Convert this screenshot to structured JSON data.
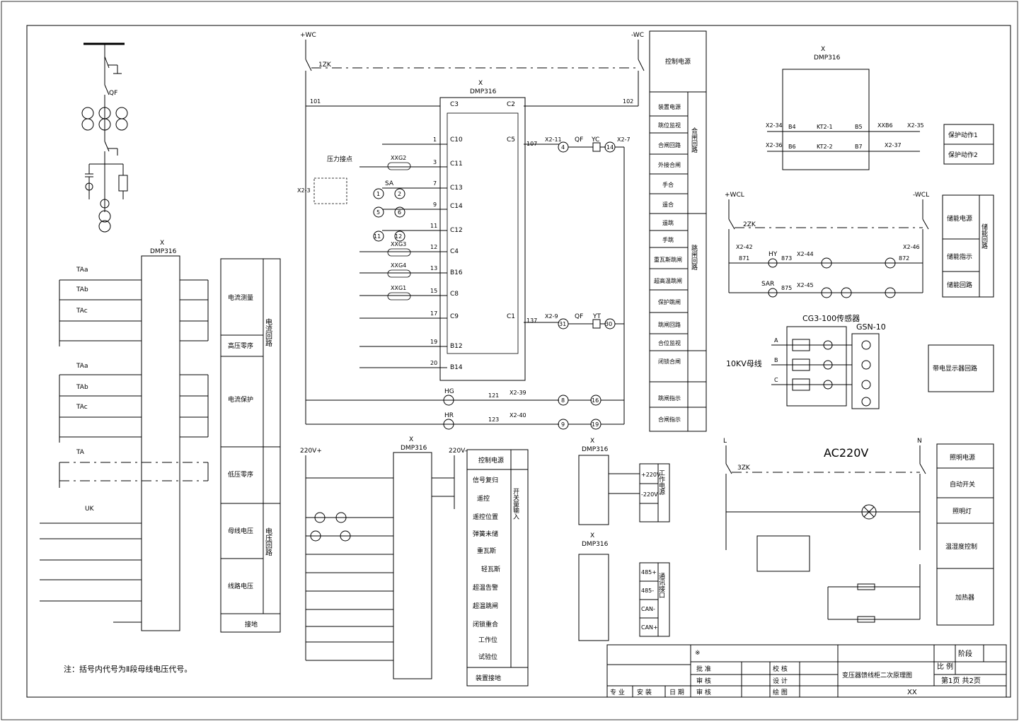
{
  "frame_labels": {
    "control_power_top": "控制电源",
    "storage_power": "储能电源",
    "storage_indicate": "储能指示",
    "storage_loop": "储能回路",
    "storage_group": "储能回路",
    "switch_group": "开关量输入",
    "comm_group": "通讯接口",
    "work_group": "工作电源",
    "current_group": "电流回路",
    "voltage_group": "电压回路",
    "close_group": "合闸回路",
    "trip_group": "跳闸回路",
    "ground_bottom": "接地",
    "note": "注：括号内代号为Ⅱ段母线电压代号。",
    "bus_10kv": "10KV母线",
    "ac220": "AC220V",
    "sensor_type": "CG3-100传感器",
    "gsn": "GSN-10",
    "charged_display": "带电显示器回路",
    "press_contact": "压力接点"
  },
  "side_table_right": [
    "控制电源",
    "装置电源",
    "跳位监视",
    "合闸回路",
    "外接合闸",
    "手合",
    "遥合",
    "遥跳",
    "手跳",
    "重瓦斯跳闸",
    "超高温跳闸",
    "保护跳闸",
    "跳闸回路",
    "合位监视",
    "闭锁合闸",
    "跳闸指示",
    "合闸指示"
  ],
  "side_table_left": [
    "电流测量",
    "高压零序",
    "电流保护",
    "低压零序",
    "母线电压",
    "线路电压",
    "接地"
  ],
  "switch_table": [
    "控制电源",
    "信号复归",
    "遥控",
    "遥控位置",
    "弹簧未储",
    "重瓦斯",
    "轻瓦斯",
    "超温告警",
    "超温跳闸",
    "闭锁重合",
    "工作位",
    "试验位",
    "装置接地"
  ],
  "ac_table": [
    "照明电源",
    "自动开关",
    "照明灯",
    "温湿度控制",
    "加热器"
  ],
  "protect_labels": [
    "保护动作1",
    "保护动作2"
  ],
  "device": "DMP316",
  "device_x": "X",
  "title_block": {
    "title": "变压器馈线柜二次原理图",
    "sheet": "第1页 共2页",
    "scale_label": "比  例",
    "stage_label": "阶段",
    "company": "XX",
    "approve": "批  准",
    "review": "审  核",
    "check": "校  核",
    "design": "设  计",
    "draw": "绘  图",
    "specialty": "专  业",
    "install": "安  装",
    "date": "日  期",
    "mark": "※"
  },
  "terminal_labels": {
    "wc_plus": "+WC",
    "wc_minus": "-WC",
    "wcl_plus": "+WCL",
    "wcl_minus": "-WCL",
    "k1": "1ZK",
    "k2": "2ZK",
    "k3": "3ZK",
    "qf": "QF",
    "yc": "YC",
    "yt": "YT",
    "hg": "HG",
    "hr": "HR",
    "hy": "HY",
    "sar": "SAR",
    "sa": "SA",
    "uk": "UK",
    "l": "L",
    "n": "N",
    "v220p": "220V+",
    "v220m": "220V-"
  }
}
